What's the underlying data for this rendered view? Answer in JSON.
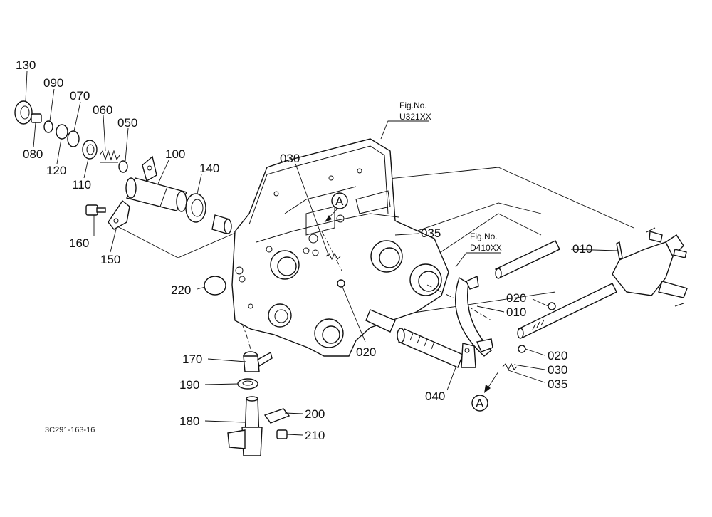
{
  "part_labels": [
    "130",
    "090",
    "070",
    "060",
    "050",
    "080",
    "120",
    "110",
    "100",
    "140",
    "160",
    "150",
    "220",
    "030",
    "035",
    "020",
    "010",
    "040",
    "170",
    "190",
    "180",
    "200",
    "210"
  ],
  "fig_refs": [
    {
      "title": "Fig.No.",
      "code": "U321XX"
    },
    {
      "title": "Fig.No.",
      "code": "D410XX"
    }
  ],
  "marker": "A",
  "drawing_code": "3C291-163-16"
}
